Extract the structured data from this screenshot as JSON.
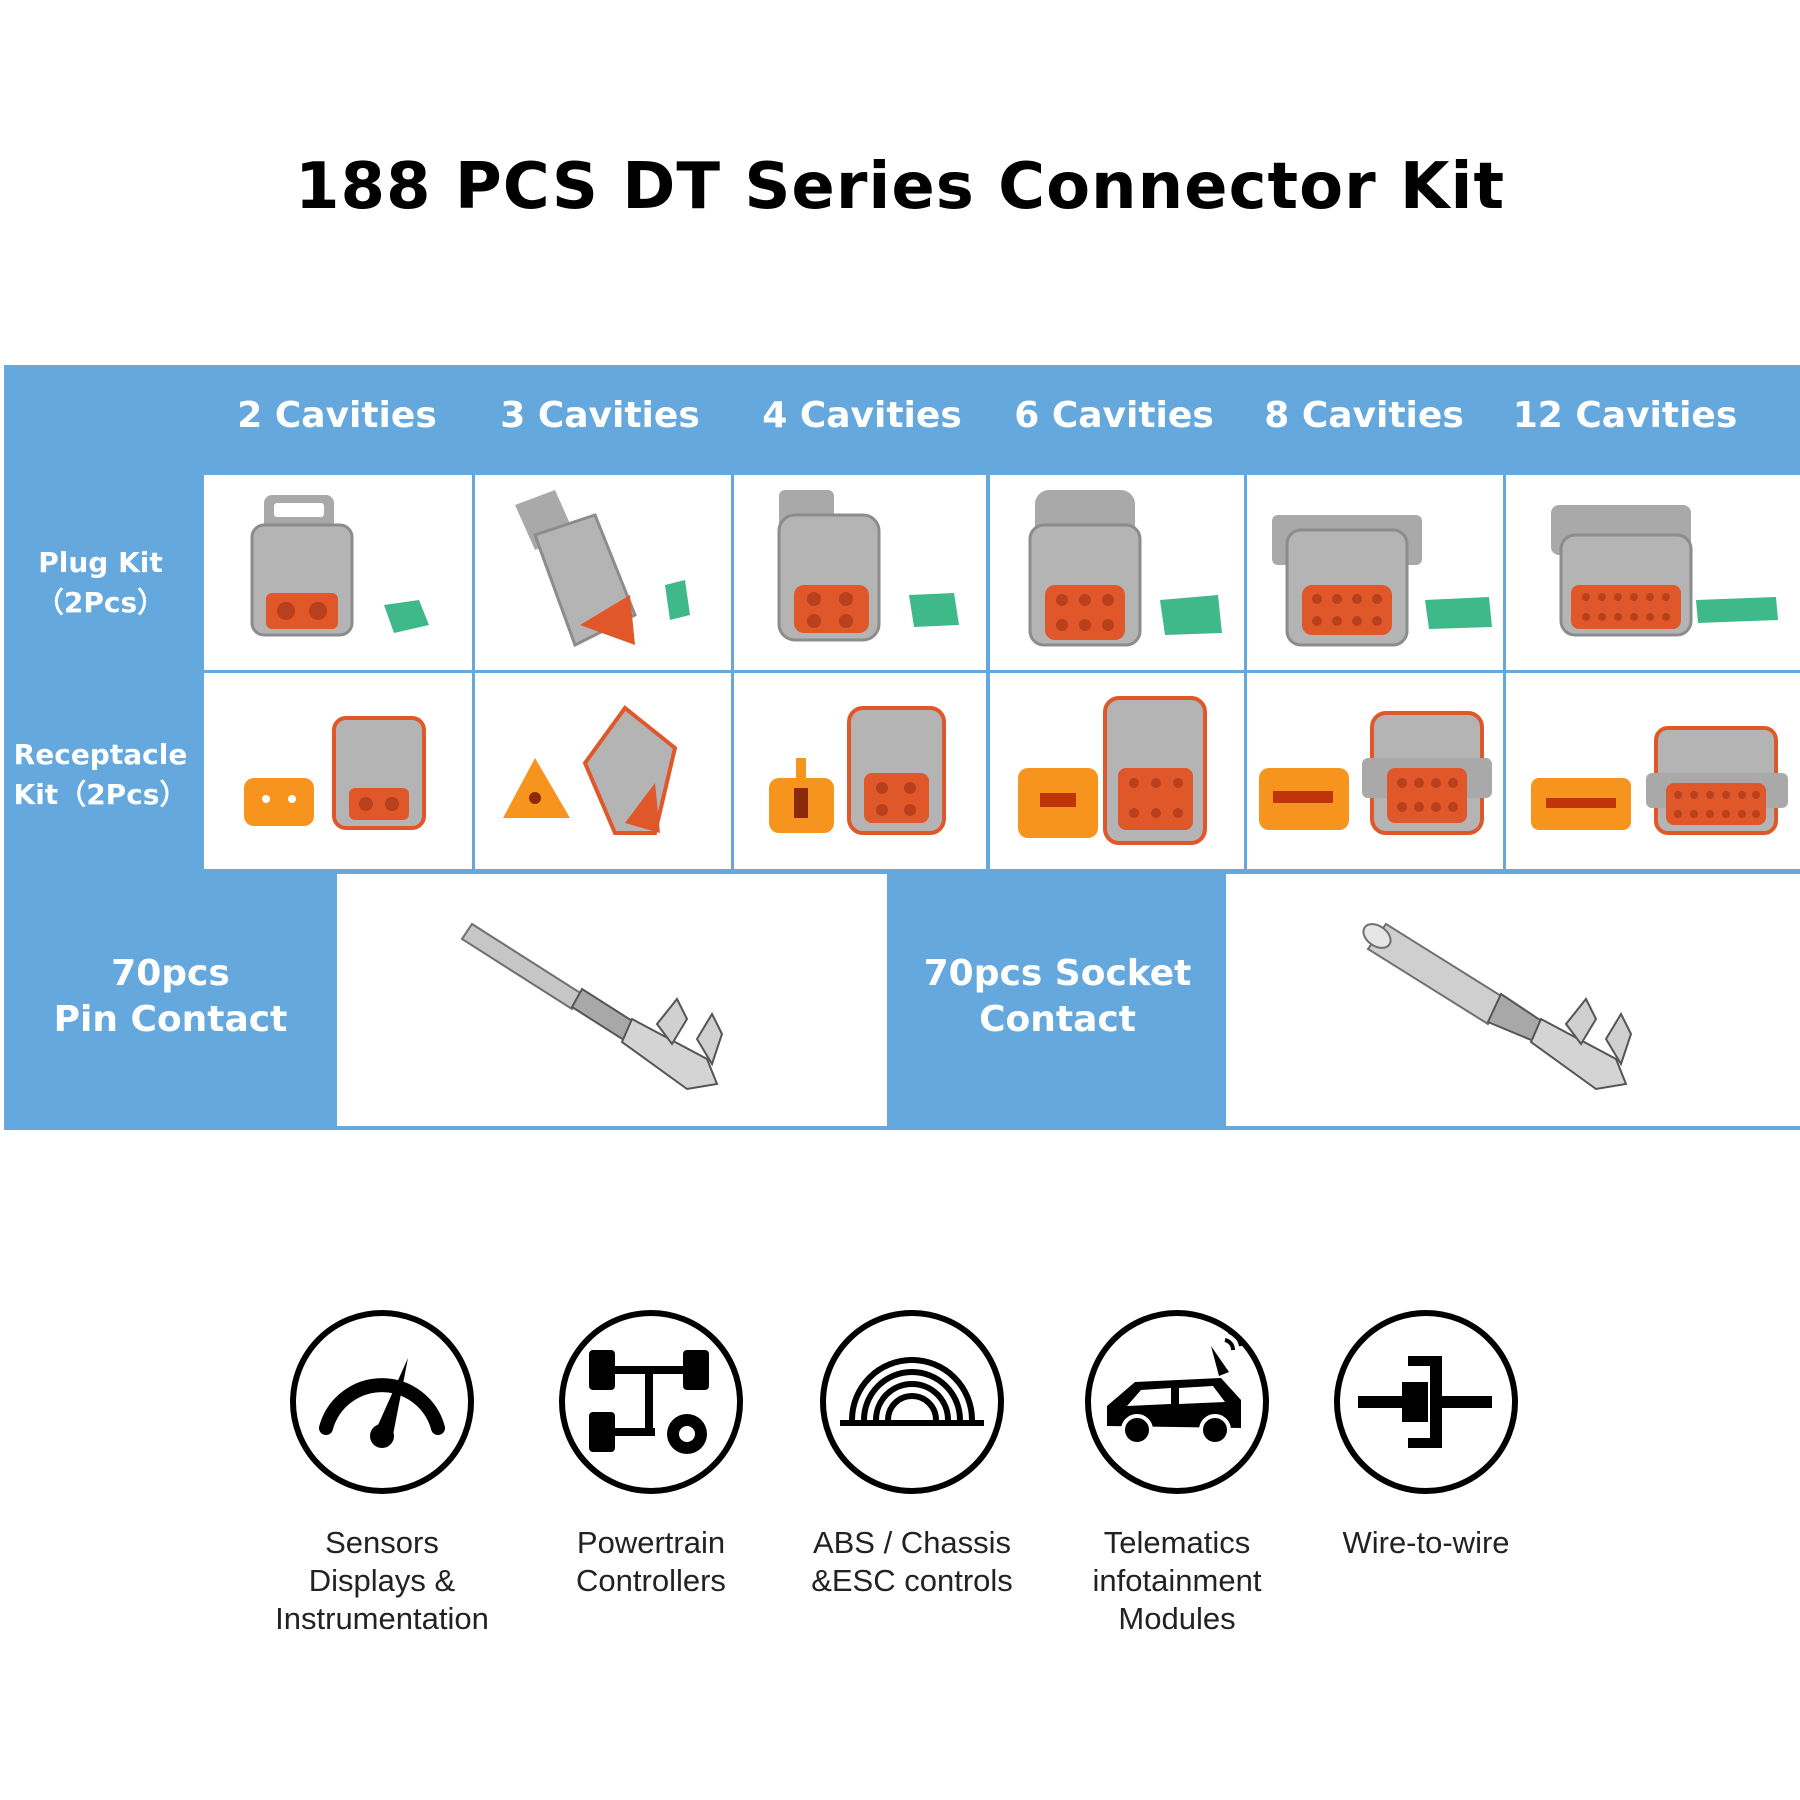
{
  "title": "188 PCS DT Series Connector Kit",
  "columns": [
    "2 Cavities",
    "3 Cavities",
    "4 Cavities",
    "6 Cavities",
    "8 Cavities",
    "12 Cavities"
  ],
  "rows": {
    "plug": {
      "line1": "Plug Kit",
      "line2": "（2Pcs）"
    },
    "receptacle": {
      "line1": "Receptacle",
      "line2": "Kit（2Pcs）"
    }
  },
  "contacts": {
    "pin": {
      "line1": "70pcs",
      "line2": "Pin Contact"
    },
    "socket": {
      "line1": "70pcs Socket",
      "line2": "Contact"
    }
  },
  "applications": [
    {
      "icon": "gauge-icon",
      "label": "Sensors\nDisplays &\nInstrumentation"
    },
    {
      "icon": "powertrain-icon",
      "label": "Powertrain\nControllers"
    },
    {
      "icon": "abs-chassis-icon",
      "label": "ABS / Chassis\n&ESC controls"
    },
    {
      "icon": "car-telematics-icon",
      "label": "Telematics\ninfotainment\nModules"
    },
    {
      "icon": "wire-to-wire-icon",
      "label": "Wire-to-wire"
    }
  ],
  "colors": {
    "panel": "#64a8dd",
    "connector_gray": "#b4b4b4",
    "seal_orange": "#e0572a",
    "wedge_green": "#3fb88a",
    "receptacle_wedge_orange": "#f7941e"
  }
}
